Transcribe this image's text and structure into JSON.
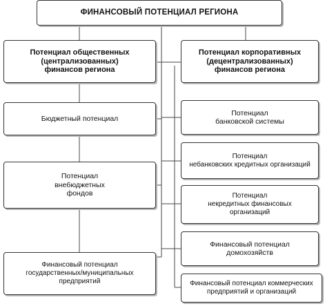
{
  "diagram": {
    "root": "ФИНАНСОВЫЙ ПОТЕНЦИАЛ РЕГИОНА",
    "left": {
      "header": "Потенциал общественных\n(централизованных)\nфинансов региона",
      "items": [
        "Бюджетный потенциал",
        "Потенциал\nвнебюджетных\nфондов",
        "Финансовый потенциал\nгосударственных/муниципальных\nпредприятий"
      ]
    },
    "right": {
      "header": "Потенциал корпоративных\n(децентрализованных)\nфинансов региона",
      "items": [
        "Потенциал\nбанковской системы",
        "Потенциал\nнебанковских кредитных организаций",
        "Потенциал\nнекредитных финансовых\nорганизаций",
        "Финансовый потенциал\nдомохозяйств",
        "Финансовый потенциал коммерческих\nпредприятий и организаций"
      ]
    }
  },
  "colors": {
    "border": "#333333",
    "line": "#444444",
    "shadow": "#b5b5b5",
    "background": "#ffffff"
  }
}
